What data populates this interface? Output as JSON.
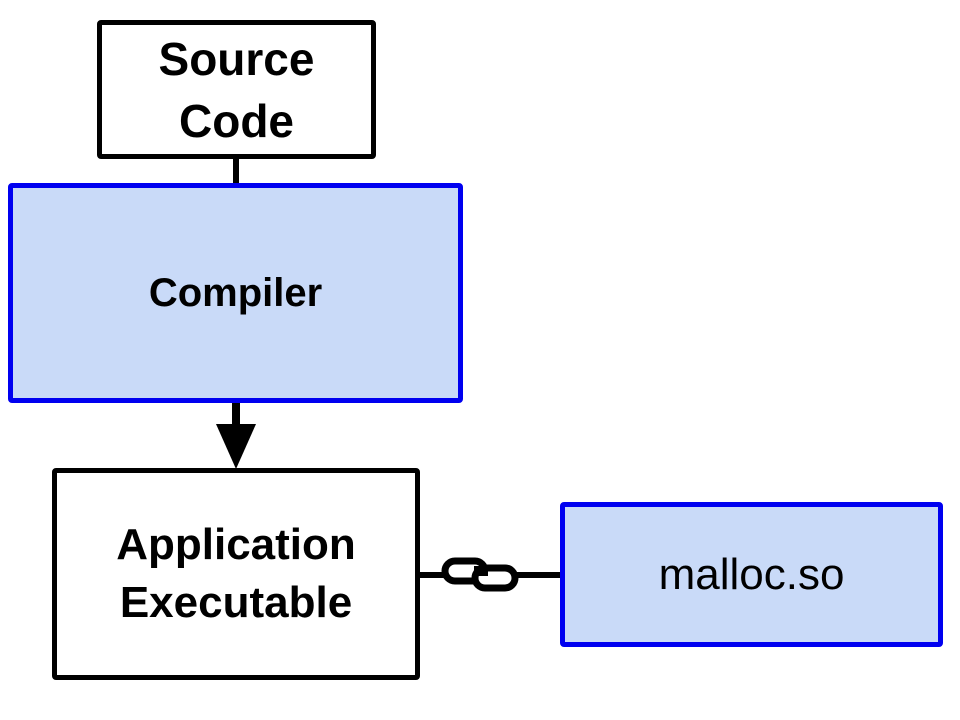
{
  "diagram": {
    "source": {
      "line1": "Source",
      "line2": "Code"
    },
    "compiler": {
      "label": "Compiler"
    },
    "application": {
      "line1": "Application",
      "line2": "Executable"
    },
    "library": {
      "label": "malloc.so"
    },
    "link_icon": "chain-link-icon"
  },
  "colors": {
    "blue_border": "#0000f0",
    "blue_fill": "#c9daf8",
    "black": "#000000",
    "white": "#ffffff"
  }
}
